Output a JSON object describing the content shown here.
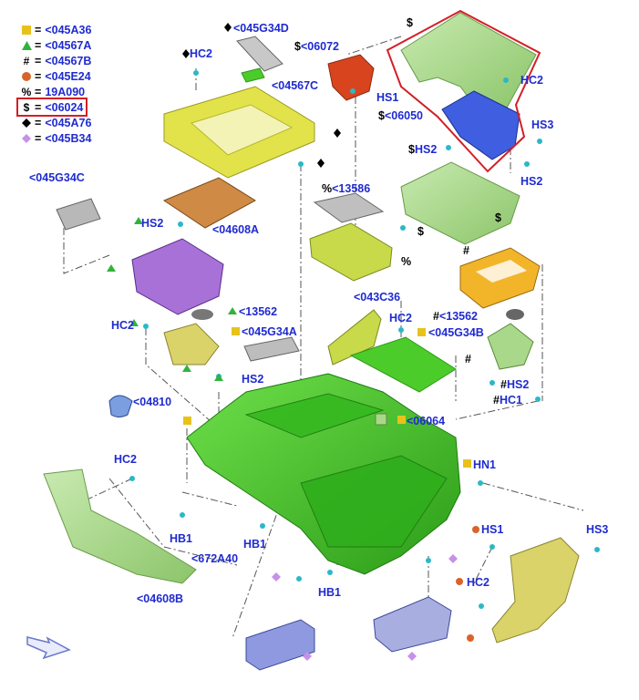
{
  "legend": [
    {
      "symbol": "square",
      "color": "#e8c21a",
      "code": "<045A36"
    },
    {
      "symbol": "triangle",
      "color": "#31b33b",
      "code": "<04567A"
    },
    {
      "symbol": "#",
      "color": "#000000",
      "code": "<04567B"
    },
    {
      "symbol": "circle",
      "color": "#d8642a",
      "code": "<045E24"
    },
    {
      "symbol": "%",
      "color": "#000000",
      "code": "19A090"
    },
    {
      "symbol": "$",
      "color": "#000000",
      "code": "<06024",
      "highlighted": true
    },
    {
      "symbol": "diamond",
      "color": "#000000",
      "code": "<045A76"
    },
    {
      "symbol": "diamond",
      "color": "#c691e8",
      "code": "<045B34"
    }
  ],
  "legend_eq": "=",
  "callouts": {
    "c045G34D": "<045G34D",
    "c06072_pre": "$",
    "c06072": "<06072",
    "c04567C": "<04567C",
    "hc2_a": "HC2",
    "hs1_a": "HS1",
    "hc2_b": "HC2",
    "c06050_pre": "$",
    "c06050": "<06050",
    "hs3_a": "HS3",
    "hs2_a_pre": "$",
    "hs2_a": "HS2",
    "hs2_b": "HS2",
    "c045G34C": "<045G34C",
    "hs2_c": "HS2",
    "c04608A": "<04608A",
    "c13586_pre": "%",
    "c13586": "<13586",
    "c043C36": "<043C36",
    "hc2_c": "HC2",
    "c13562_a": "<13562",
    "c13562_b_pre": "#",
    "c13562_b": "<13562",
    "hc2_d": "HC2",
    "c045G34A": "<045G34A",
    "c045G34B": "<045G34B",
    "hs2_d": "HS2",
    "hs2_e_pre": "#",
    "hs2_e": "HS2",
    "hc1_pre": "#",
    "hc1": "HC1",
    "c04810": "<04810",
    "c06064": "<06064",
    "hc2_e": "HC2",
    "hn1": "HN1",
    "hb1_a": "HB1",
    "hb1_b": "HB1",
    "c672A40": "<672A40",
    "hs1_b": "HS1",
    "hs3_b": "HS3",
    "hc2_f": "HC2",
    "hb1_c": "HB1",
    "c04608B": "<04608B"
  },
  "marks": {
    "dollar_top": "$",
    "dollar_mid": "$",
    "dollar_low": "$",
    "percent_mark": "%",
    "hash_a": "#",
    "hash_b": "#"
  },
  "colors": {
    "label_blue": "#1f2bd0",
    "green": "#4ccc2a",
    "green_dark": "#2e9a1a",
    "yellow": "#e2e24a",
    "orange": "#cf8a45",
    "purple": "#a871d8",
    "light_green": "#a9d88a",
    "blue_part": "#3f5fe0",
    "red_part": "#d8441e",
    "khaki": "#d9d36a",
    "gold": "#f2b52a",
    "lavender": "#8f99e0",
    "highlight_red": "#d31f25"
  }
}
